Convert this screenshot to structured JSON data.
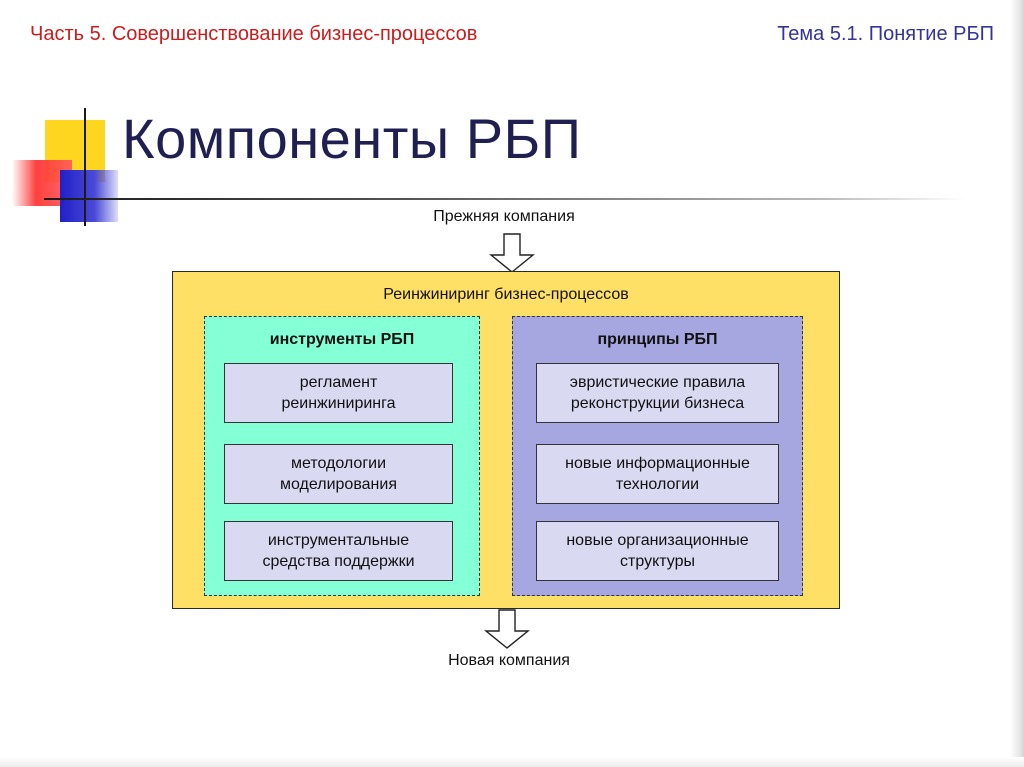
{
  "header": {
    "left": "Часть 5. Совершенствование бизнес-процессов",
    "right": "Тема 5.1. Понятие РБП"
  },
  "title": "Компоненты РБП",
  "diagram": {
    "input_label": "Прежняя компания",
    "output_label": "Новая компания",
    "container_label": "Реинжиниринг бизнес-процессов",
    "groups": [
      {
        "title": "инструменты РБП",
        "items": [
          "регламент\nреинжиниринга",
          "методологии\nмоделирования",
          "инструментальные\nсредства поддержки"
        ]
      },
      {
        "title": "принципы РБП",
        "items": [
          "эвристические правила\nреконструкции бизнеса",
          "новые информационные\nтехнологии",
          "новые организационные\nструктуры"
        ]
      }
    ]
  },
  "colors": {
    "header_left": "#cc1c1c",
    "header_right": "#333399",
    "title": "#1f1f52",
    "container_fill": "#ffe066",
    "tools_fill": "#85ffd6",
    "principles_fill": "#a6a6e0",
    "item_fill": "#d9d9f2"
  }
}
